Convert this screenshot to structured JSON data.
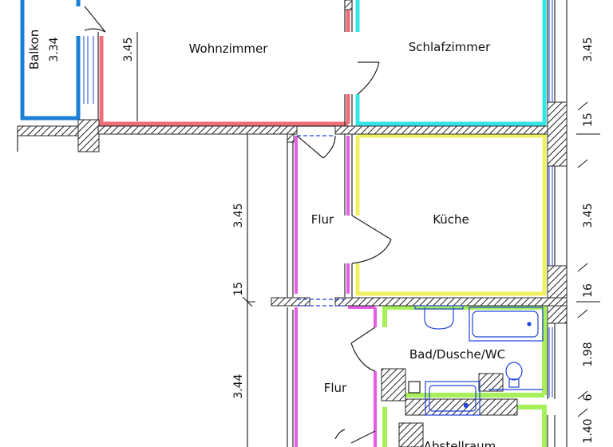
{
  "rooms": {
    "wohnzimmer": "Wohnzimmer",
    "schlafzimmer": "Schlafzimmer",
    "flur_upper": "Flur",
    "kueche": "Küche",
    "flur_lower": "Flur",
    "bad": "Bad/Dusche/WC",
    "abstellraum": "Abstellraum",
    "balkon": "Balkon"
  },
  "dimensions": {
    "balkon_width": "3.34",
    "wohn_height": "3.45",
    "flur_height_upper": "3.45",
    "wall_15": "15",
    "flur_height_lower": "3.44",
    "right_345_top": "3.45",
    "right_15": "15",
    "right_345_mid": "3.45",
    "right_16": "16",
    "right_198": "1.98",
    "right_6": "6",
    "right_140": "1.40"
  },
  "colors": {
    "wohnzimmer": "#f06e78",
    "schlafzimmer": "#33e6e6",
    "kueche": "#f0f060",
    "flur": "#e65ce6",
    "bad": "#a6f05a",
    "balkon": "#1a7fd6",
    "wall": "#2a2a2a",
    "door_blue": "#2244dd"
  }
}
